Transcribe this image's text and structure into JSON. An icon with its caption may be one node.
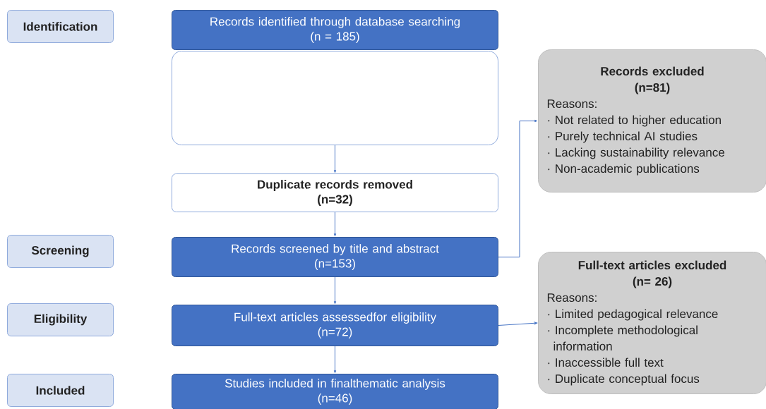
{
  "diagram": {
    "nodes": [
      {
        "text": [
          "Identification"
        ]
      },
      {
        "text": [
          "Records identified through database searching",
          "(n = 185)"
        ]
      },
      {
        "text": [],
        "shape": "box"
      },
      {
        "text": [
          "Duplicate records removed",
          "(n=32)"
        ]
      },
      {
        "text": [
          "Screening"
        ]
      },
      {
        "text": [
          "Records screened by title and abstract",
          "(n=153)"
        ]
      },
      {
        "text": [
          "Records excluded",
          "(n=81)",
          "Reasons:",
          "· Not related to higher education",
          "· Purely technical AI studies",
          "· Lacking sustainability relevance",
          "· Non-academic publications"
        ]
      },
      {
        "text": [
          "Eligibility"
        ]
      },
      {
        "text": [
          "Full-text articles assessedfor eligibility",
          "(n=72)"
        ]
      },
      {
        "text": [
          "Full-text articles excluded",
          "(n= 26)",
          "Reasons:",
          "· Limited pedagogical relevance",
          "· Incomplete methodological information",
          "· Inaccessible full text",
          "· Duplicate conceptual focus"
        ]
      },
      {
        "text": [
          "Included"
        ]
      },
      {
        "text": [
          "Studies included in finalthematic analysis",
          "(n=46)"
        ]
      }
    ],
    "edges": [
      {
        "from": 2,
        "to": 3,
        "arrow": "to"
      },
      {
        "from": 3,
        "to": 5,
        "arrow": "to"
      },
      {
        "from": 5,
        "to": 8,
        "arrow": "to"
      },
      {
        "from": 8,
        "to": 11,
        "arrow": "to"
      },
      {
        "from": 5,
        "to": 6,
        "arrow": "to"
      },
      {
        "from": 8,
        "to": 9,
        "arrow": "to"
      }
    ]
  }
}
